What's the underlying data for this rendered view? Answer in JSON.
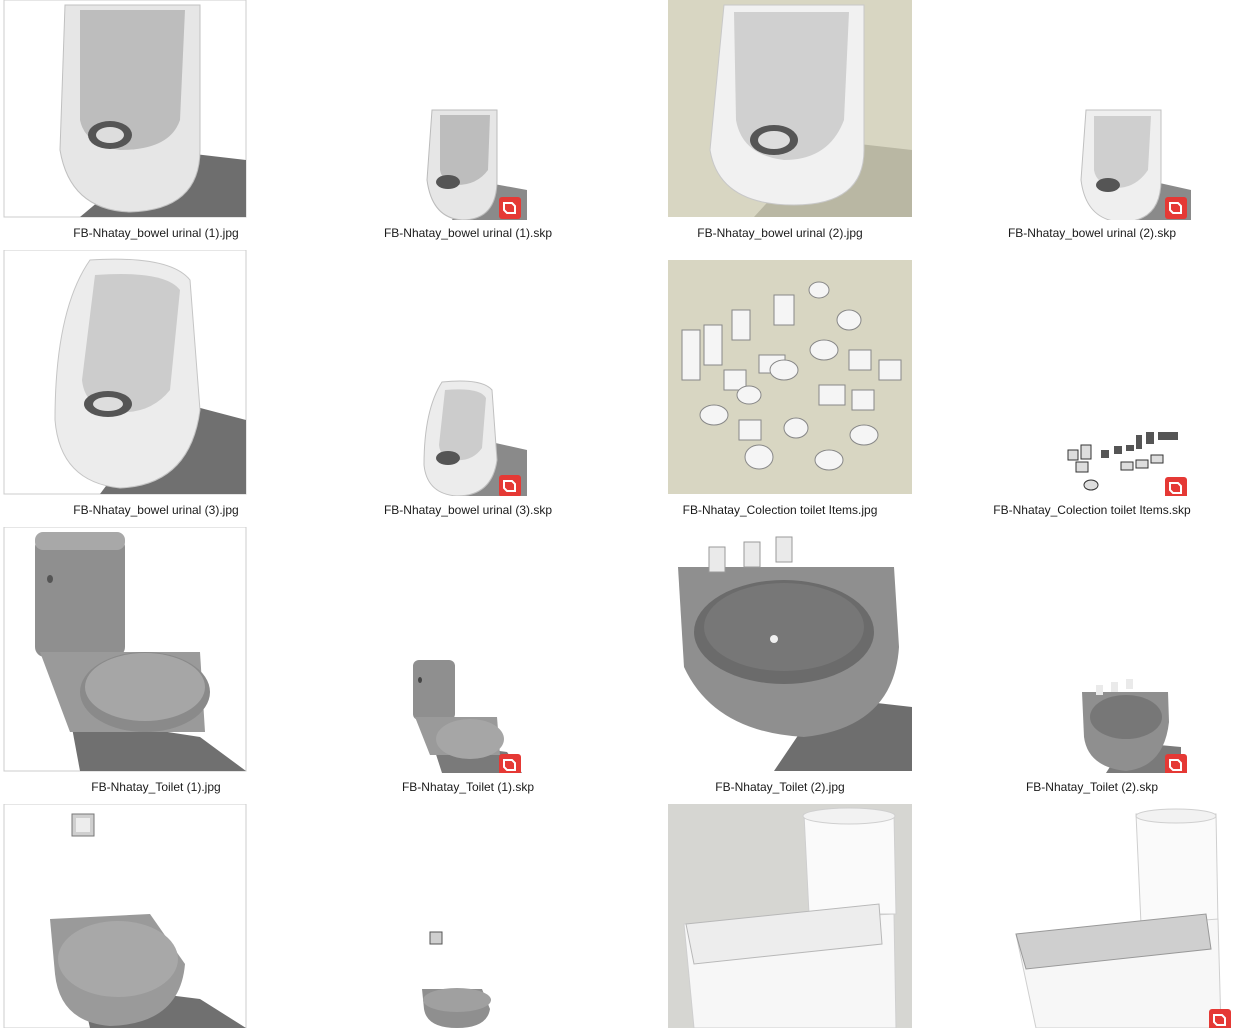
{
  "files": [
    {
      "name": "FB-Nhatay_bowel urinal (1).jpg"
    },
    {
      "name": "FB-Nhatay_bowel urinal (1).skp"
    },
    {
      "name": "FB-Nhatay_bowel urinal (2).jpg"
    },
    {
      "name": "FB-Nhatay_bowel urinal (2).skp"
    },
    {
      "name": "FB-Nhatay_bowel urinal (3).jpg"
    },
    {
      "name": "FB-Nhatay_bowel urinal (3).skp"
    },
    {
      "name": "FB-Nhatay_Colection toilet Items.jpg"
    },
    {
      "name": "FB-Nhatay_Colection toilet Items.skp"
    },
    {
      "name": "FB-Nhatay_Toilet (1).jpg"
    },
    {
      "name": "FB-Nhatay_Toilet (1).skp"
    },
    {
      "name": "FB-Nhatay_Toilet (2).jpg"
    },
    {
      "name": "FB-Nhatay_Toilet (2).skp"
    },
    {
      "name": ""
    },
    {
      "name": ""
    },
    {
      "name": ""
    },
    {
      "name": ""
    }
  ],
  "colors": {
    "skp_badge": "#e53935",
    "beige_bg": "#d8d6c2",
    "gray_bg": "#d6d6d2"
  },
  "icons": {
    "skp": "sketchup-file-icon"
  }
}
